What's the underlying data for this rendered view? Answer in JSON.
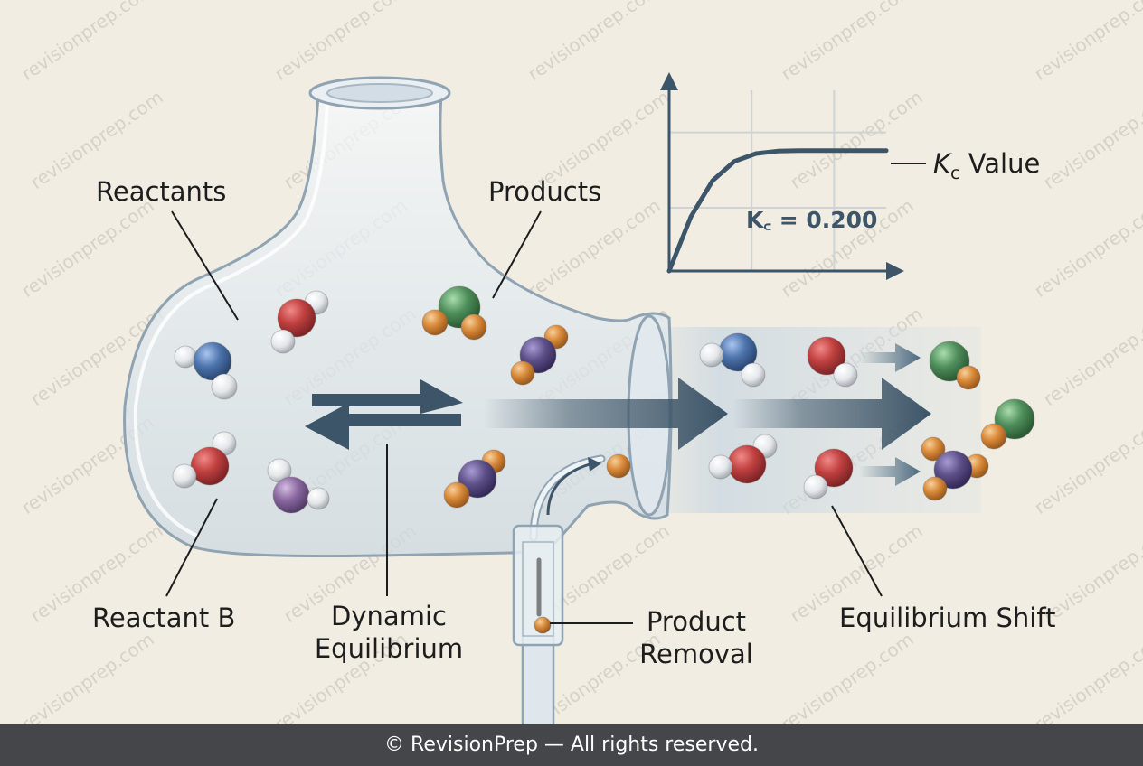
{
  "labels": {
    "reactants": "Reactants",
    "products": "Products",
    "reactant_b": "Reactant B",
    "dynamic_equilibrium_line1": "Dynamic",
    "dynamic_equilibrium_line2": "Equilibrium",
    "product_removal_line1": "Product",
    "product_removal_line2": "Removal",
    "equilibrium_shift": "Equilibrium Shift",
    "kc_symbol": "K",
    "kc_subscript": "c",
    "kc_value_label": "Value",
    "kc_equation": "K꜀ = 0.200"
  },
  "watermark": "revisionprep.com",
  "footer": "© RevisionPrep — All rights reserved.",
  "colors": {
    "background": "#f1ede2",
    "footer_bg": "#454649",
    "arrow": "#3d5568",
    "red_atom": "#b8393d",
    "blue_atom": "#4a6fa8",
    "green_atom": "#4e8d5a",
    "purple_atom": "#5e4f86",
    "violet_atom": "#8a68a0",
    "orange_atom": "#d98a3a",
    "white_atom": "#e9ecef"
  },
  "chart_data": {
    "type": "line",
    "title": "",
    "xlabel": "",
    "ylabel": "",
    "annotation": "K꜀ = 0.200",
    "series": [
      {
        "name": "K꜀ Value",
        "x": [
          0,
          0.5,
          1,
          1.5,
          2,
          2.5,
          3,
          4,
          5
        ],
        "y": [
          0,
          0.09,
          0.15,
          0.182,
          0.195,
          0.199,
          0.2,
          0.2,
          0.2
        ]
      }
    ],
    "xlim": [
      0,
      5
    ],
    "ylim": [
      0,
      0.3
    ],
    "grid": true
  }
}
